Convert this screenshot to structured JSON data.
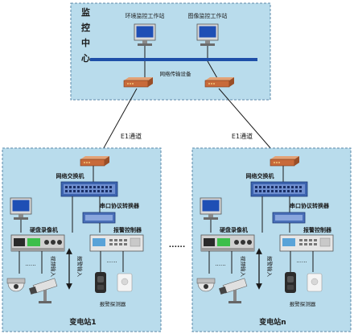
{
  "control_center": {
    "title_chars": [
      "监",
      "控",
      "中",
      "心"
    ],
    "workstation_env": "环境监控工作站",
    "workstation_image": "图像监控工作站",
    "transmission_label": "网络传输设备"
  },
  "links": {
    "left_label": "E1通道",
    "right_label": "E1通道"
  },
  "substation_1": {
    "name": "变电站1",
    "switch": "网络交换机",
    "serial_converter": "串口协议转换器",
    "dvr": "硬盘录像机",
    "alarm_ctrl": "报警控制器",
    "video_in": "视频输入",
    "alarm_in": "报警输入",
    "alarm_probe": "报警探测器",
    "dots": "......"
  },
  "substation_n": {
    "name": "变电站n",
    "switch": "网络交换机",
    "serial_converter": "串口协议转换器",
    "dvr": "硬盘录像机",
    "alarm_ctrl": "报警控制器",
    "video_in": "视频输入",
    "alarm_in": "报警输入",
    "alarm_probe": "报警探测器",
    "dots": "......"
  },
  "between_dots": "......",
  "colors": {
    "panel_bg": "#b9dcec",
    "panel_border": "#5b88a8",
    "bus": "#1e4fa8",
    "switch_body": "#3d64b0",
    "modem_body": "#c86a3a",
    "line": "#1a1a1a"
  }
}
